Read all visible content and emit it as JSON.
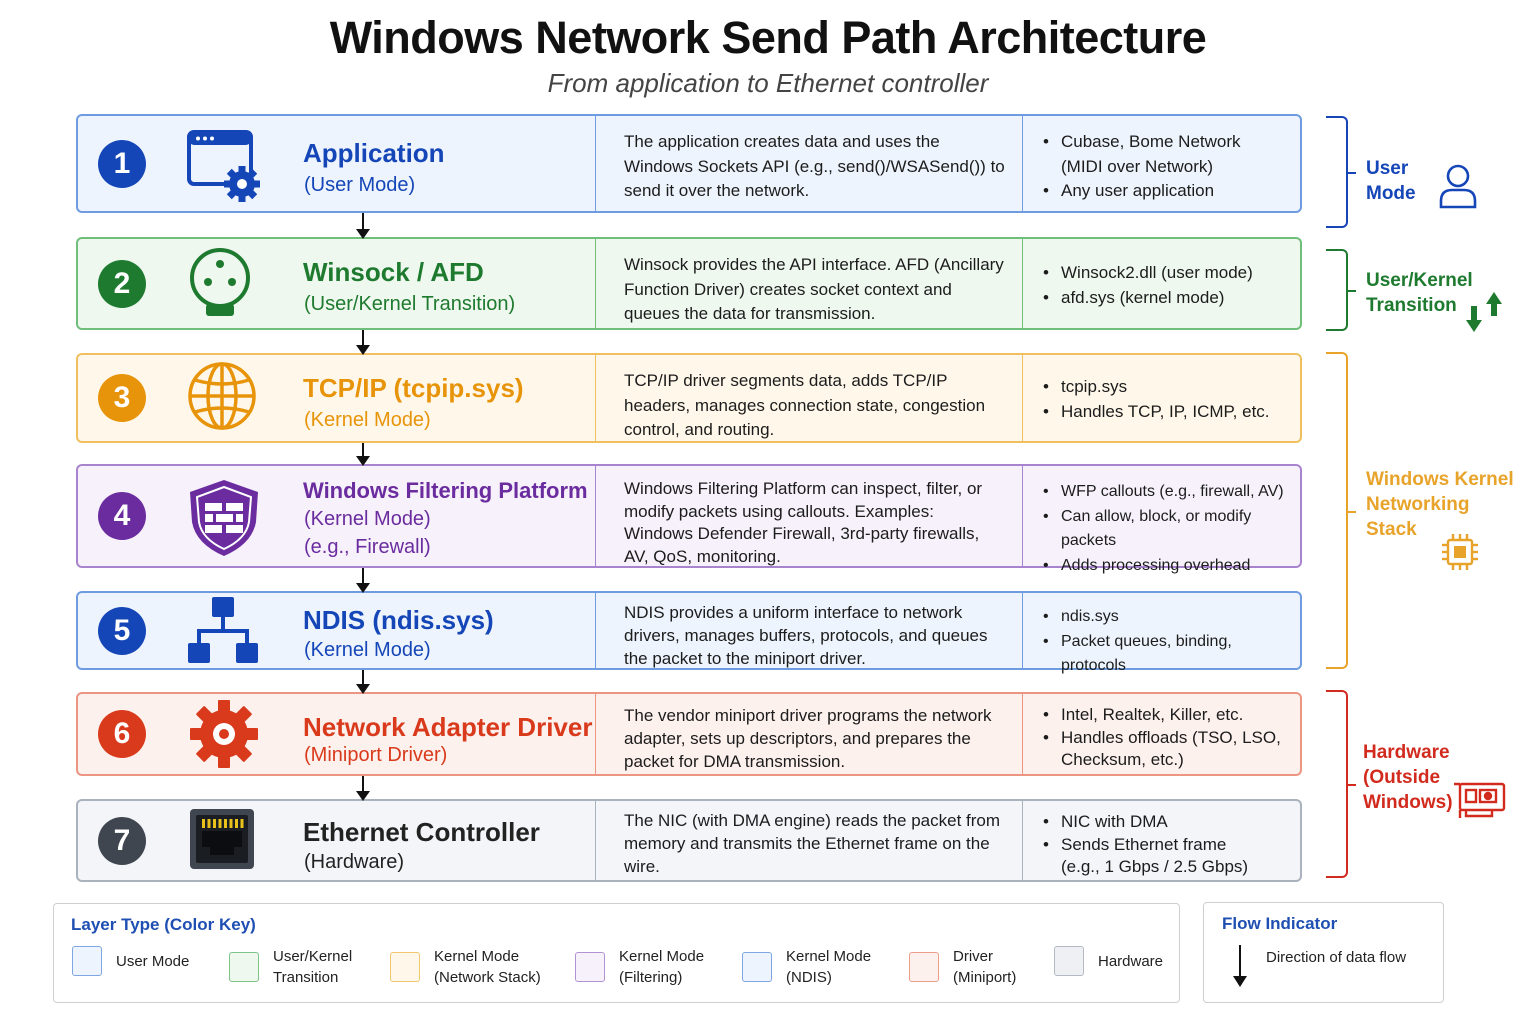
{
  "title": "Windows Network Send Path Architecture",
  "subtitle": "From application to Ethernet controller",
  "layers": [
    {
      "number": "1",
      "name": "Application",
      "sub": [
        "(User Mode)"
      ],
      "icon": "app-window-gear-icon",
      "description": "The application creates data and uses the Windows Sockets API (e.g., send()/WSASend()) to send it over the network.",
      "details": [
        [
          "Cubase, Bome Network",
          "(MIDI over Network)"
        ],
        [
          "Any user application"
        ]
      ],
      "accent": "#1546b8",
      "bg": "#eef4fd",
      "border": "#6f9be0"
    },
    {
      "number": "2",
      "name": "Winsock / AFD",
      "sub": [
        "(User/Kernel Transition)"
      ],
      "icon": "socket-plug-icon",
      "description": "Winsock provides the API interface. AFD (Ancillary Function Driver) creates socket context and queues the data for transmission.",
      "details": [
        [
          "Winsock2.dll (user mode)"
        ],
        [
          "afd.sys (kernel mode)"
        ]
      ],
      "accent": "#1e7a2e",
      "bg": "#eef8ef",
      "border": "#6fbf7a"
    },
    {
      "number": "3",
      "name": "TCP/IP (tcpip.sys)",
      "sub": [
        "(Kernel Mode)"
      ],
      "icon": "globe-icon",
      "description": "TCP/IP driver segments data, adds TCP/IP headers, manages connection state, congestion control, and routing.",
      "details": [
        [
          "tcpip.sys"
        ],
        [
          "Handles TCP, IP, ICMP, etc."
        ]
      ],
      "accent": "#e8940a",
      "bg": "#fff8ea",
      "border": "#f0c060"
    },
    {
      "number": "4",
      "name": "Windows Filtering Platform",
      "sub": [
        "(Kernel Mode)",
        "(e.g., Firewall)"
      ],
      "icon": "shield-firewall-icon",
      "description": "Windows Filtering Platform can inspect, filter, or modify packets using callouts. Examples: Windows Defender Firewall, 3rd-party firewalls, AV, QoS, monitoring.",
      "details": [
        [
          "WFP callouts (e.g., firewall, AV)"
        ],
        [
          "Can allow, block, or modify packets"
        ],
        [
          "Adds processing overhead"
        ]
      ],
      "accent": "#6a2c9e",
      "bg": "#f6f1fb",
      "border": "#a884cf"
    },
    {
      "number": "5",
      "name": "NDIS (ndis.sys)",
      "sub": [
        "(Kernel Mode)"
      ],
      "icon": "network-tree-icon",
      "description": "NDIS provides a uniform interface to network drivers, manages buffers, protocols, and queues the packet to the miniport driver.",
      "details": [
        [
          "ndis.sys"
        ],
        [
          "Packet queues, binding, protocols"
        ]
      ],
      "accent": "#1546b8",
      "bg": "#eef4fd",
      "border": "#6f9be0"
    },
    {
      "number": "6",
      "name": "Network Adapter Driver",
      "sub": [
        "(Miniport Driver)"
      ],
      "icon": "gear-icon",
      "description": "The vendor miniport driver programs the network adapter, sets up descriptors, and prepares the packet for DMA transmission.",
      "details": [
        [
          "Intel, Realtek, Killer, etc."
        ],
        [
          "Handles offloads (TSO, LSO,",
          "Checksum, etc.)"
        ]
      ],
      "accent": "#d93a1b",
      "bg": "#fdf1ee",
      "border": "#ec9583"
    },
    {
      "number": "7",
      "name": "Ethernet Controller",
      "sub": [
        "(Hardware)"
      ],
      "icon": "ethernet-port-icon",
      "description": "The NIC (with DMA engine) reads the packet from memory and transmits the Ethernet frame on the wire.",
      "details": [
        [
          "NIC with DMA"
        ],
        [
          "Sends Ethernet frame",
          "(e.g., 1 Gbps / 2.5 Gbps)"
        ]
      ],
      "accent": "#3f4650",
      "bg": "#f3f5f8",
      "border": "#a9b2bd"
    }
  ],
  "brackets": [
    {
      "label": [
        "User",
        "Mode"
      ],
      "color": "#1546b8",
      "icon": "user-icon"
    },
    {
      "label": [
        "User/Kernel",
        "Transition"
      ],
      "color": "#1e7a2e",
      "icon": "up-down-arrows-icon"
    },
    {
      "label": [
        "Windows Kernel",
        "Networking",
        "Stack"
      ],
      "color": "#e8a32a",
      "icon": "chip-icon"
    },
    {
      "label": [
        "Hardware",
        "(Outside",
        "Windows)"
      ],
      "color": "#d22b1e",
      "icon": "network-card-icon"
    }
  ],
  "legend": {
    "title": "Layer Type (Color Key)",
    "items": [
      {
        "label": "User Mode",
        "fill": "#eef4fd",
        "stroke": "#7ea6e3"
      },
      {
        "label": "User/Kernel\nTransition",
        "fill": "#eef8ef",
        "stroke": "#7cc487"
      },
      {
        "label": "Kernel Mode\n(Network Stack)",
        "fill": "#fff8ea",
        "stroke": "#f2c66e"
      },
      {
        "label": "Kernel Mode\n(Filtering)",
        "fill": "#f6f1fb",
        "stroke": "#b091d4"
      },
      {
        "label": "Kernel Mode\n(NDIS)",
        "fill": "#eef4fd",
        "stroke": "#7ea6e3"
      },
      {
        "label": "Driver\n(Miniport)",
        "fill": "#fdf1ee",
        "stroke": "#ee9d8c"
      },
      {
        "label": "Hardware",
        "fill": "#eef0f3",
        "stroke": "#b3bac3"
      }
    ]
  },
  "flow": {
    "title": "Flow Indicator",
    "text": "Direction of data flow"
  }
}
